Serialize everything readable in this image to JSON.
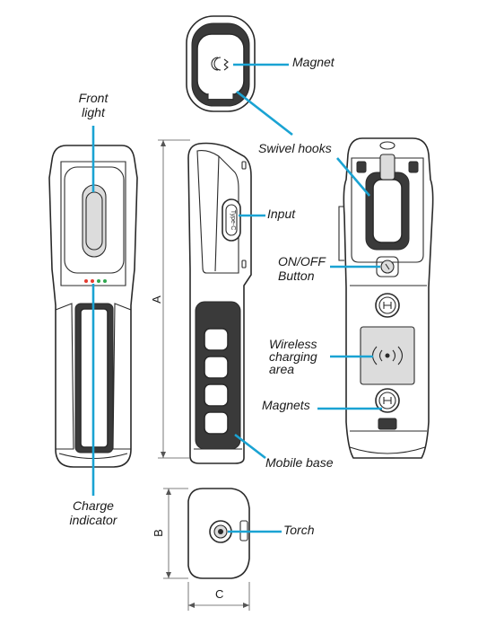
{
  "labels": {
    "magnet": "Magnet",
    "front_light_1": "Front",
    "front_light_2": "light",
    "swivel_hooks": "Swivel hooks",
    "input": "Input",
    "on_off_1": "ON/OFF",
    "on_off_2": "Button",
    "wireless_1": "Wireless",
    "wireless_2": "charging",
    "wireless_3": "area",
    "magnets": "Magnets",
    "mobile_base": "Mobile base",
    "charge_1": "Charge",
    "charge_2": "indicator",
    "torch": "Torch"
  },
  "dimensions": {
    "a": "A",
    "b": "B",
    "c": "C"
  },
  "port_text": "Type-C",
  "colors": {
    "leader": "#1aa3d3",
    "outline": "#2a2a2a",
    "shade": "#dcdcdc",
    "led_red": "#e53b2f",
    "led_green": "#2fa84f"
  }
}
